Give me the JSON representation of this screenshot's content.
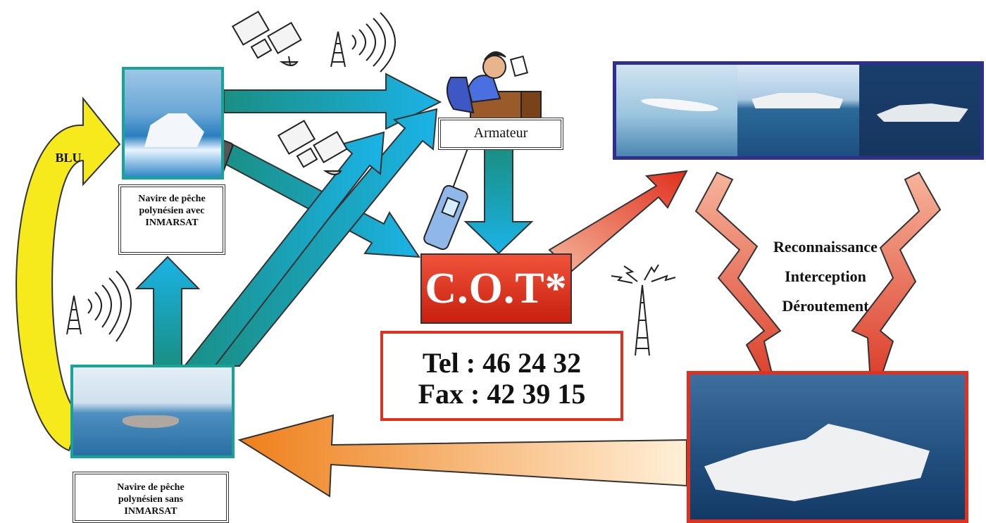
{
  "arrows": {
    "blu_label": "BLU"
  },
  "nodes": {
    "vessel_inmarsat": "Navire de pêche polynésien avec INMARSAT",
    "vessel_no_inmarsat": "Navire de pêche polynésien sans INMARSAT",
    "owner": "Armateur",
    "center": "C.O.T*"
  },
  "contact": {
    "tel": "Tel : 46 24 32",
    "fax": "Fax : 42 39 15"
  },
  "actions": [
    "Reconnaissance",
    "Interception",
    "Déroutement"
  ],
  "colors": {
    "teal": "#1a9a8a",
    "cyan": "#1aa6dd",
    "red": "#e0301e",
    "orange": "#f08a24",
    "yellow": "#f7ea1c",
    "navy_frame": "#2e2f8f"
  }
}
